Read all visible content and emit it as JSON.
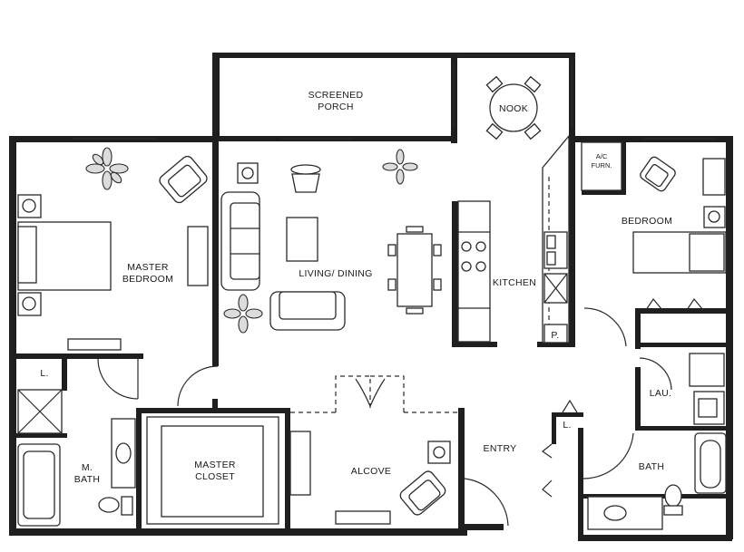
{
  "rooms": {
    "screened_porch": [
      "SCREENED",
      "PORCH"
    ],
    "nook": "NOOK",
    "master_bedroom": [
      "MASTER",
      "BEDROOM"
    ],
    "living_dining": "LIVING/ DINING",
    "kitchen": "KITCHEN",
    "ac_furn": [
      "A/C",
      "FURN."
    ],
    "bedroom": "BEDROOM",
    "lau": "LAU.",
    "entry": "ENTRY",
    "bath": "BATH",
    "alcove": "ALCOVE",
    "master_closet": [
      "MASTER",
      "CLOSET"
    ],
    "m_bath": [
      "M.",
      "BATH"
    ],
    "linen_1": "L.",
    "linen_2": "L.",
    "pantry": "P."
  }
}
